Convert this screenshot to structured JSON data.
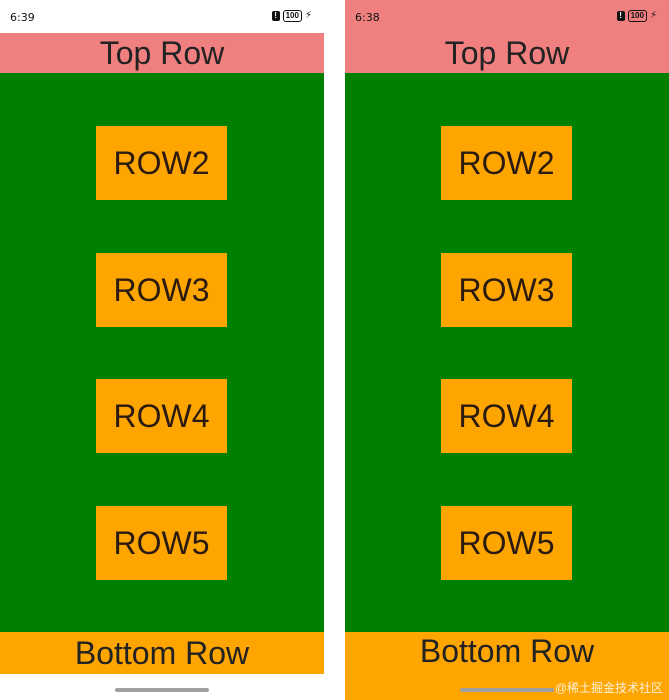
{
  "screens": [
    {
      "time": "6:39",
      "battery": "100",
      "top_row": "Top Row",
      "rows": [
        "ROW2",
        "ROW3",
        "ROW4",
        "ROW5"
      ],
      "bottom_row": "Bottom Row"
    },
    {
      "time": "6:38",
      "battery": "100",
      "top_row": "Top Row",
      "rows": [
        "ROW2",
        "ROW3",
        "ROW4",
        "ROW5"
      ],
      "bottom_row": "Bottom Row"
    }
  ],
  "watermark": "@稀土掘金技术社区",
  "colors": {
    "top_row": "#f08080",
    "main": "#008000",
    "row_box": "#ffa500",
    "bottom_row": "#ffa500"
  },
  "icons": [
    "alert-icon",
    "battery-icon",
    "charging-icon"
  ]
}
